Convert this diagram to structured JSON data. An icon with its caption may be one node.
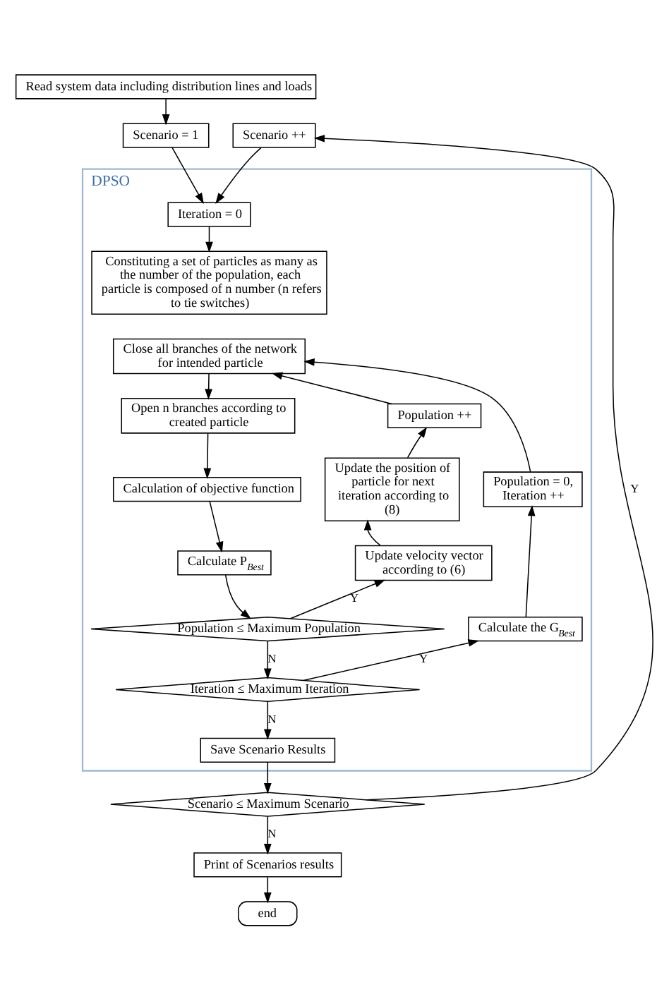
{
  "diagram": {
    "nodes": [
      {
        "text": [
          "Read system data including distribution lines and loads"
        ]
      },
      {
        "text": [
          "Scenario = 1"
        ]
      },
      {
        "text": [
          "Scenario ++"
        ]
      },
      {
        "text": [
          "DPSO"
        ]
      },
      {
        "text": [
          "Iteration = 0"
        ],
        "in": 3
      },
      {
        "text": [
          "Constituting a set of particles as many as the number of the population, each particle is composed of n number (n refers to tie switches)"
        ],
        "in": 3
      },
      {
        "text": [
          "Close all branches of the network for intended particle"
        ],
        "in": 3
      },
      {
        "text": [
          "Population ++"
        ],
        "in": 3
      },
      {
        "text": [
          "Open n branches according to created particle"
        ],
        "in": 3
      },
      {
        "text": [
          "Update the position of particle for next iteration according to (8)"
        ],
        "in": 3
      },
      {
        "text": [
          "Calculation of objective function"
        ],
        "in": 3
      },
      {
        "text": [
          "Population = 0, Iteration ++"
        ],
        "in": 3
      },
      {
        "text": [
          "Calculate P$_{Best}$"
        ],
        "in": 3
      },
      {
        "text": [
          "Update velocity vector according to (6)"
        ],
        "in": 3
      },
      {
        "text": [
          "Population ≤ Maximum Population"
        ],
        "in": 3
      },
      {
        "text": [
          "Calculate the G$_{Best}$"
        ],
        "in": 3
      },
      {
        "text": [
          "Iteration ≤ Maximum Iteration"
        ],
        "in": 3
      },
      {
        "text": [
          "Save Scenario Results"
        ],
        "in": 3
      },
      {
        "text": [
          "Scenario ≤ Maximum Scenario"
        ]
      },
      {
        "text": [
          "Print of Scenarios results"
        ]
      },
      {
        "text": [
          "end"
        ]
      }
    ],
    "edges": [
      {
        "from": 0,
        "to": 1,
        "arrow": "to"
      },
      {
        "from": 1,
        "to": 4,
        "arrow": "to"
      },
      {
        "from": 2,
        "to": 4,
        "arrow": "to"
      },
      {
        "from": 4,
        "to": 5,
        "arrow": "to"
      },
      {
        "from": 6,
        "to": 8,
        "arrow": "to"
      },
      {
        "from": 8,
        "to": 10,
        "arrow": "to"
      },
      {
        "from": 10,
        "to": 12,
        "arrow": "to"
      },
      {
        "from": 12,
        "to": 14,
        "arrow": "to"
      },
      {
        "from": 14,
        "to": 13,
        "label": "Y",
        "arrow": "to"
      },
      {
        "from": 13,
        "to": 9,
        "arrow": "to"
      },
      {
        "from": 9,
        "to": 7,
        "arrow": "to"
      },
      {
        "from": 7,
        "to": 6,
        "arrow": "to"
      },
      {
        "from": 14,
        "to": 16,
        "label": "N",
        "arrow": "to"
      },
      {
        "from": 16,
        "to": 15,
        "label": "Y",
        "arrow": "to"
      },
      {
        "from": 15,
        "to": 11,
        "arrow": "to"
      },
      {
        "from": 11,
        "to": 6,
        "arrow": "to"
      },
      {
        "from": 16,
        "to": 17,
        "label": "N",
        "arrow": "to"
      },
      {
        "from": 17,
        "to": 18,
        "arrow": "to"
      },
      {
        "from": 18,
        "to": 2,
        "label": "Y",
        "arrow": "to"
      },
      {
        "from": 18,
        "to": 19,
        "label": "N",
        "arrow": "to"
      },
      {
        "from": 19,
        "to": 20,
        "arrow": "to"
      }
    ]
  }
}
